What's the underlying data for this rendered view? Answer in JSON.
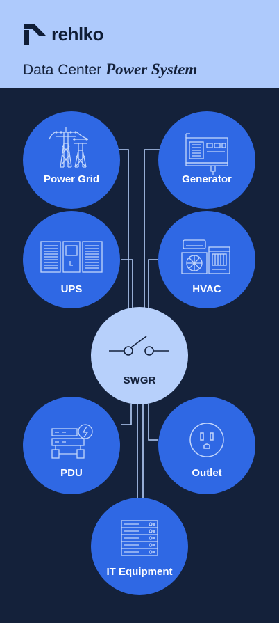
{
  "header": {
    "brand": "rehlko",
    "title_prefix": "Data Center",
    "title_emphasis": "Power System"
  },
  "colors": {
    "header_bg": "#aecafc",
    "page_bg": "#14213a",
    "node_fill": "#2f68e4",
    "center_fill": "#b7d0fb",
    "icon_stroke": "#c3d6fb"
  },
  "nodes": {
    "power_grid": {
      "label": "Power Grid",
      "icon": "transmission-tower-icon"
    },
    "generator": {
      "label": "Generator",
      "icon": "generator-icon"
    },
    "ups": {
      "label": "UPS",
      "icon": "ups-cabinet-icon"
    },
    "hvac": {
      "label": "HVAC",
      "icon": "hvac-unit-icon"
    },
    "swgr": {
      "label": "SWGR",
      "icon": "switch-icon"
    },
    "pdu": {
      "label": "PDU",
      "icon": "pdu-icon"
    },
    "outlet": {
      "label": "Outlet",
      "icon": "outlet-icon"
    },
    "it_equipment": {
      "label": "IT Equipment",
      "icon": "server-rack-icon"
    }
  }
}
